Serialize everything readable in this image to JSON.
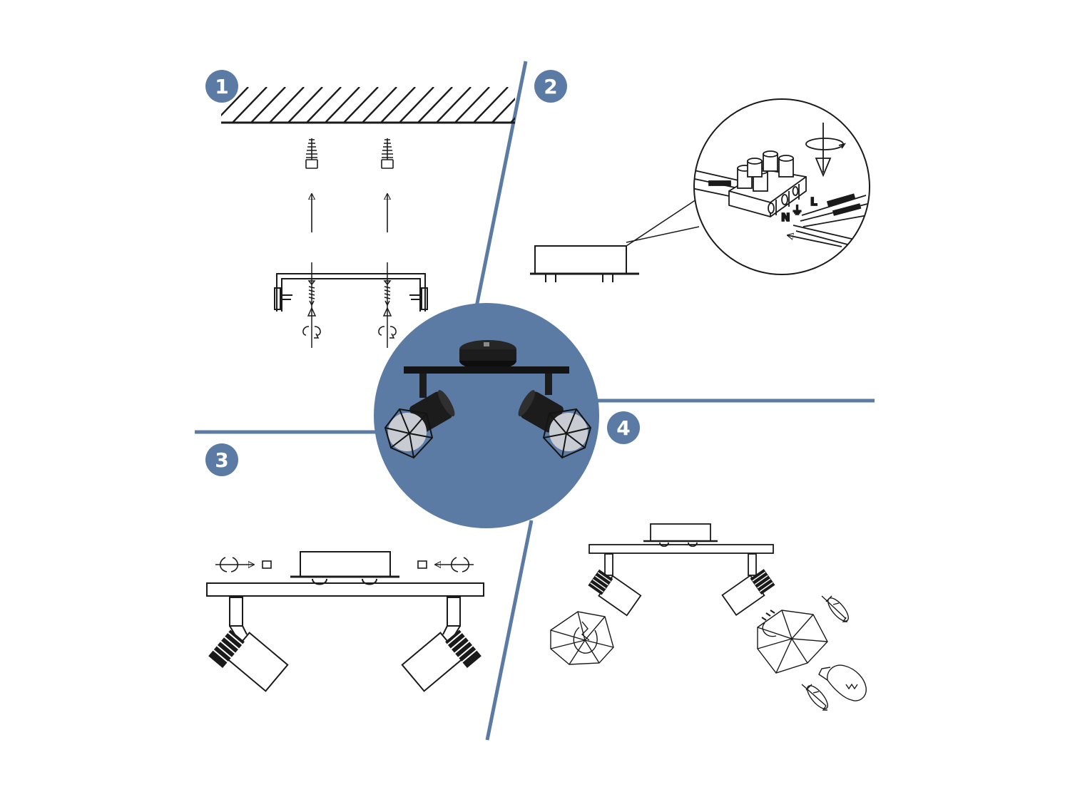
{
  "accent_color": "#5b7ba5",
  "line_color": "#1a1a1a",
  "steps": [
    {
      "number": "1",
      "icon": "ceiling-mount-plate-icon"
    },
    {
      "number": "2",
      "icon": "terminal-block-wiring-icon"
    },
    {
      "number": "3",
      "icon": "fixing-screws-icon"
    },
    {
      "number": "4",
      "icon": "bulb-and-cage-icon"
    }
  ],
  "wiring_labels": {
    "live": "L",
    "neutral": "N",
    "earth": "⏚"
  },
  "center_product_icon": "two-spot-ceiling-light-icon"
}
